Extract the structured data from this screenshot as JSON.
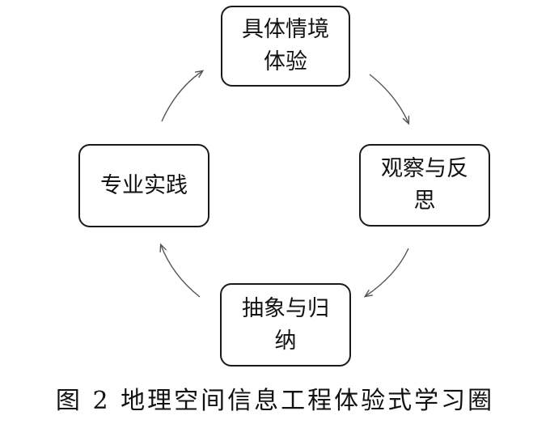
{
  "diagram": {
    "nodes": {
      "top": "具体情境体验",
      "right": "观察与反思",
      "bottom": "抽象与归纳",
      "left": "专业实践"
    },
    "colors": {
      "node_border": "#1a1a1a",
      "arrow": "#555555",
      "text": "#111111"
    }
  },
  "caption": "图 2 地理空间信息工程体验式学习圈"
}
